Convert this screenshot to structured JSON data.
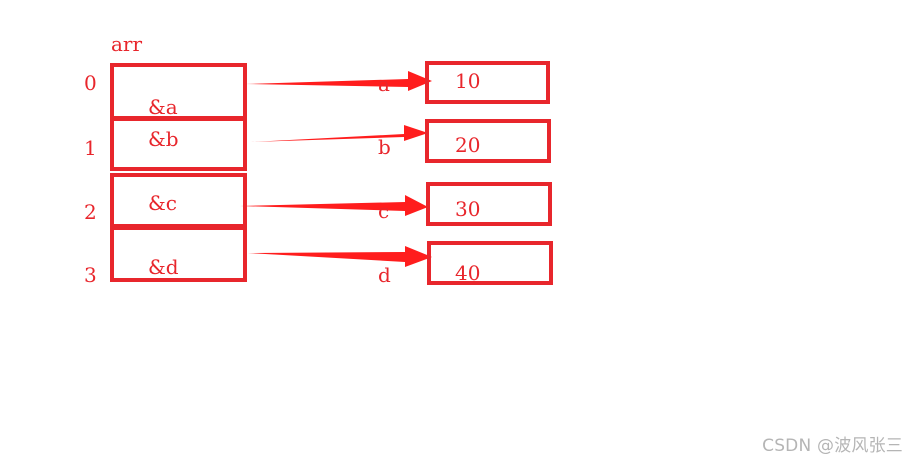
{
  "array_name": "arr",
  "indices": [
    "0",
    "1",
    "2",
    "3"
  ],
  "cells": [
    "&a",
    "&b",
    "&c",
    "&d"
  ],
  "variable_names": [
    "a",
    "b",
    "c",
    "d"
  ],
  "values": [
    "10",
    "20",
    "30",
    "40"
  ],
  "colors": {
    "stroke": "#e8262c",
    "arrow": "#ff1d1d"
  },
  "watermark": "CSDN @波风张三"
}
